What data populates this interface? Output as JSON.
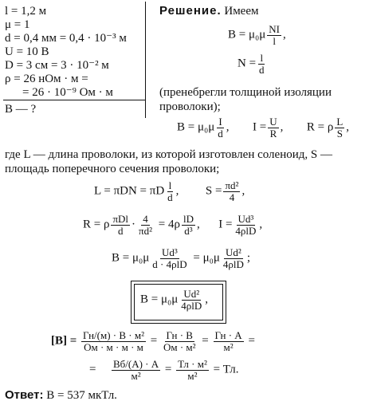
{
  "given": [
    "l = 1,2 м",
    "μ = 1",
    "d = 0,4 мм = 0,4 · 10⁻³ м",
    "U = 10 В",
    "D = 3 см = 3 · 10⁻² м",
    "ρ = 26 нОм · м =",
    "= 26 · 10⁻⁹ Ом · м"
  ],
  "find": "B — ?",
  "solution_label": "Решение.",
  "solution_intro": "Имеем",
  "eq1": {
    "lhs": "B = μ₀μ",
    "num": "NI",
    "den": "l",
    "tail": ","
  },
  "eq2": {
    "lhs": "N =",
    "num": "l",
    "den": "d"
  },
  "note_line1": "(пренебрегли толщиной изоляции",
  "note_line2": "проволоки);",
  "eq3": {
    "a_lhs": "B = μ₀μ",
    "a_num": "I",
    "a_den": "d",
    "a_tail": ",",
    "b_lhs": "I =",
    "b_num": "U",
    "b_den": "R",
    "b_tail": ",",
    "c_lhs": "R = ρ",
    "c_num": "L",
    "c_den": "S",
    "c_tail": ","
  },
  "text_line1": "где L — длина проволоки, из которой изготовлен соленоид, S —",
  "text_line2": "площадь поперечного сечения проволоки;",
  "eq4": {
    "a_lhs": "L = πDN = πD",
    "a_num": "l",
    "a_den": "d",
    "a_tail": ",",
    "b_lhs": "S =",
    "b_num": "πd²",
    "b_den": "4",
    "b_tail": ","
  },
  "eq5": {
    "lhs": "R = ρ",
    "n1": "πDl",
    "d1": "d",
    "dot": "·",
    "n2": "4",
    "d2": "πd²",
    "mid": "= 4ρ",
    "n3": "lD",
    "d3": "d³",
    "sep": ",",
    "i_lhs": "I =",
    "n4": "Ud³",
    "d4": "4ρlD",
    "tail": ","
  },
  "eq6": {
    "lhs": "B = μ₀μ",
    "n1": "Ud³",
    "d1": "d · 4ρlD",
    "mid": "= μ₀μ",
    "n2": "Ud²",
    "d2": "4ρlD",
    "tail": ";"
  },
  "eq7": {
    "lhs": "B = μ₀μ",
    "num": "Ud²",
    "den": "4ρlD",
    "tail": ","
  },
  "units1": {
    "lhs": "[B] =",
    "n1": "Гн/(м) · В · м²",
    "d1": "Ом · м · м · м",
    "n2": "Гн · В",
    "d2": "Ом · м²",
    "n3": "Гн · А",
    "d3": "м²",
    "eq": "="
  },
  "units2": {
    "lead": "=",
    "n1": "Вб/(А) · А",
    "d1": "м²",
    "n2": "Тл · м²",
    "d2": "м²",
    "tail": "= Тл."
  },
  "answer_label": "Ответ:",
  "answer_value": "B = 537 мкТл."
}
